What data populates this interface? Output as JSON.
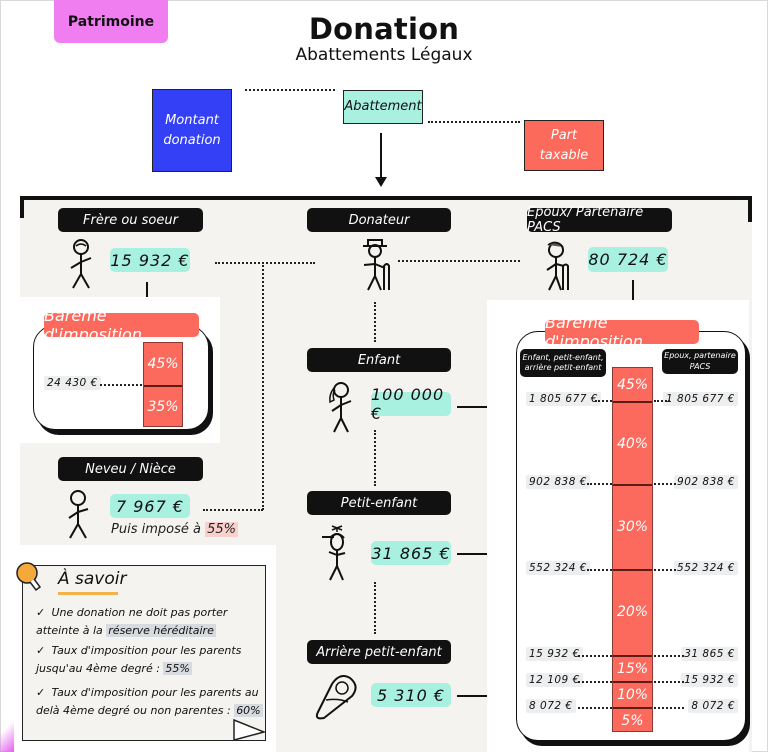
{
  "header": {
    "badge": "Patrimoine",
    "title": "Donation",
    "subtitle": "Abattements Légaux"
  },
  "legend": {
    "montant": "Montant donation",
    "abattement": "Abattement",
    "part_taxable": "Part taxable",
    "colors": {
      "montant": "#3340f5",
      "abattement": "#a8f0e0",
      "part_taxable": "#fb6a5c"
    }
  },
  "donateur": {
    "label": "Donateur",
    "icon": "stick-figure-hat-cane-icon"
  },
  "frere_soeur": {
    "label": "Frère ou soeur",
    "abattement": "15 932 €",
    "icon": "stick-figure-icon",
    "bareme": {
      "title": "Barème d'imposition",
      "threshold": "24 430 €",
      "rates": [
        "45%",
        "35%"
      ]
    }
  },
  "neveu_niece": {
    "label": "Neveu / Nièce",
    "abattement": "7 967 €",
    "note_prefix": "Puis imposé à",
    "note_rate": "55%",
    "icon": "stick-figure-icon"
  },
  "epoux": {
    "label": "Epoux/ Partenaire PACS",
    "abattement": "80 724 €",
    "icon": "stick-figure-cane-icon"
  },
  "enfant": {
    "label": "Enfant",
    "abattement": "100 000 €",
    "icon": "stick-figure-ponytail-icon"
  },
  "petit_enfant": {
    "label": "Petit-enfant",
    "abattement": "31 865 €",
    "icon": "stick-figure-propeller-cap-icon"
  },
  "arriere_petit_enfant": {
    "label": "Arrière petit-enfant",
    "abattement": "5 310 €",
    "icon": "swaddled-baby-icon"
  },
  "bareme_main": {
    "title": "Barème d'imposition",
    "left_header": "Enfant, petit-enfant, arrière petit-enfant",
    "right_header": "Epoux, partenaire PACS",
    "rates": [
      "45%",
      "40%",
      "30%",
      "20%",
      "15%",
      "10%",
      "5%"
    ],
    "left_thresholds": [
      "1 805 677 €",
      "902 838 €",
      "552 324 €",
      "15 932 €",
      "12 109 €",
      "8 072 €"
    ],
    "right_thresholds": [
      "1 805 677 €",
      "902 838 €",
      "552 324 €",
      "31 865 €",
      "15 932 €",
      "8 072 €"
    ]
  },
  "a_savoir": {
    "title": "À savoir",
    "items": [
      {
        "text": "Une donation ne doit pas porter atteinte à la",
        "highlight": "réserve héréditaire"
      },
      {
        "text": "Taux d'imposition pour les parents jusqu'au 4ème degré :",
        "highlight": "55%"
      },
      {
        "text": "Taux d'imposition pour les parents au delà 4ème degré ou non parentes :",
        "highlight": "60%"
      }
    ]
  }
}
